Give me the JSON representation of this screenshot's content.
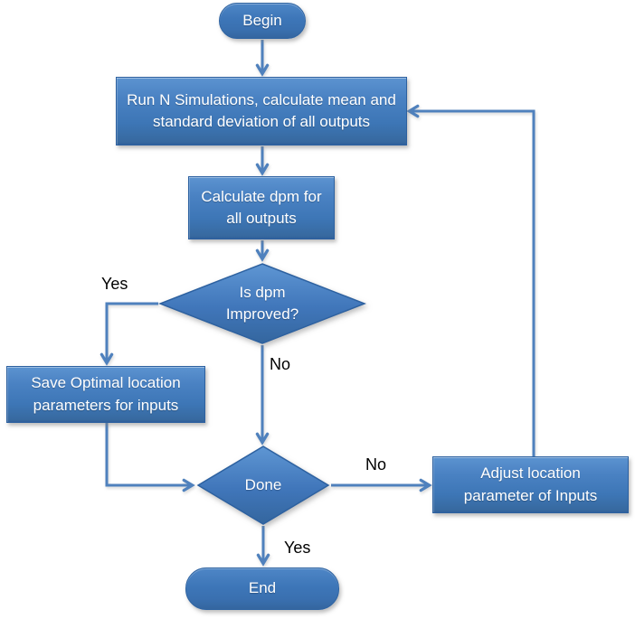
{
  "diagram": {
    "type": "flowchart",
    "background": "#ffffff",
    "colors": {
      "node_fill_top": "#5c93d0",
      "node_fill_bottom": "#3a6fae",
      "node_border": "#2d61a0",
      "connector": "#4f81bd",
      "node_text": "#ffffff",
      "edge_label_text": "#000000"
    },
    "nodes": {
      "begin": {
        "label": "Begin",
        "shape": "rounded-terminal"
      },
      "run": {
        "label": "Run N Simulations, calculate mean and standard deviation of all outputs",
        "shape": "process-rect"
      },
      "calculate": {
        "label": "Calculate dpm for all outputs",
        "shape": "process-rect"
      },
      "is_dpm_improved": {
        "label": "Is dpm Improved?",
        "shape": "decision-diamond"
      },
      "save_optimal": {
        "label": "Save Optimal  location parameters for inputs",
        "shape": "process-rect"
      },
      "done": {
        "label": "Done",
        "shape": "decision-diamond"
      },
      "adjust": {
        "label": "Adjust location parameter of Inputs",
        "shape": "process-rect"
      },
      "end": {
        "label": "End",
        "shape": "rounded-terminal"
      }
    },
    "edges": [
      {
        "from": "begin",
        "to": "run",
        "label": ""
      },
      {
        "from": "run",
        "to": "calculate",
        "label": ""
      },
      {
        "from": "calculate",
        "to": "is_dpm_improved",
        "label": ""
      },
      {
        "from": "is_dpm_improved",
        "to": "save_optimal",
        "label": "Yes"
      },
      {
        "from": "is_dpm_improved",
        "to": "done",
        "label": "No"
      },
      {
        "from": "save_optimal",
        "to": "done",
        "label": ""
      },
      {
        "from": "done",
        "to": "adjust",
        "label": "No"
      },
      {
        "from": "done",
        "to": "end",
        "label": "Yes"
      },
      {
        "from": "adjust",
        "to": "run",
        "label": ""
      }
    ]
  }
}
